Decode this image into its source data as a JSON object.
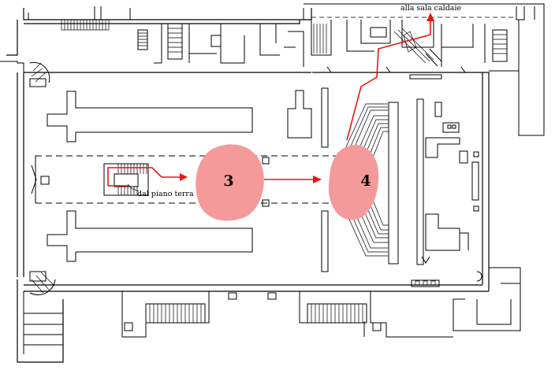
{
  "colors": {
    "route": "#e81414",
    "zone_fill": "#f49a9a",
    "walls": "#000000",
    "background": "#ffffff"
  },
  "zones": [
    {
      "label": "3"
    },
    {
      "label": "4"
    }
  ],
  "annotations": {
    "ground_floor": "dal piano terra",
    "boiler_room": "alla sala caldaie"
  }
}
